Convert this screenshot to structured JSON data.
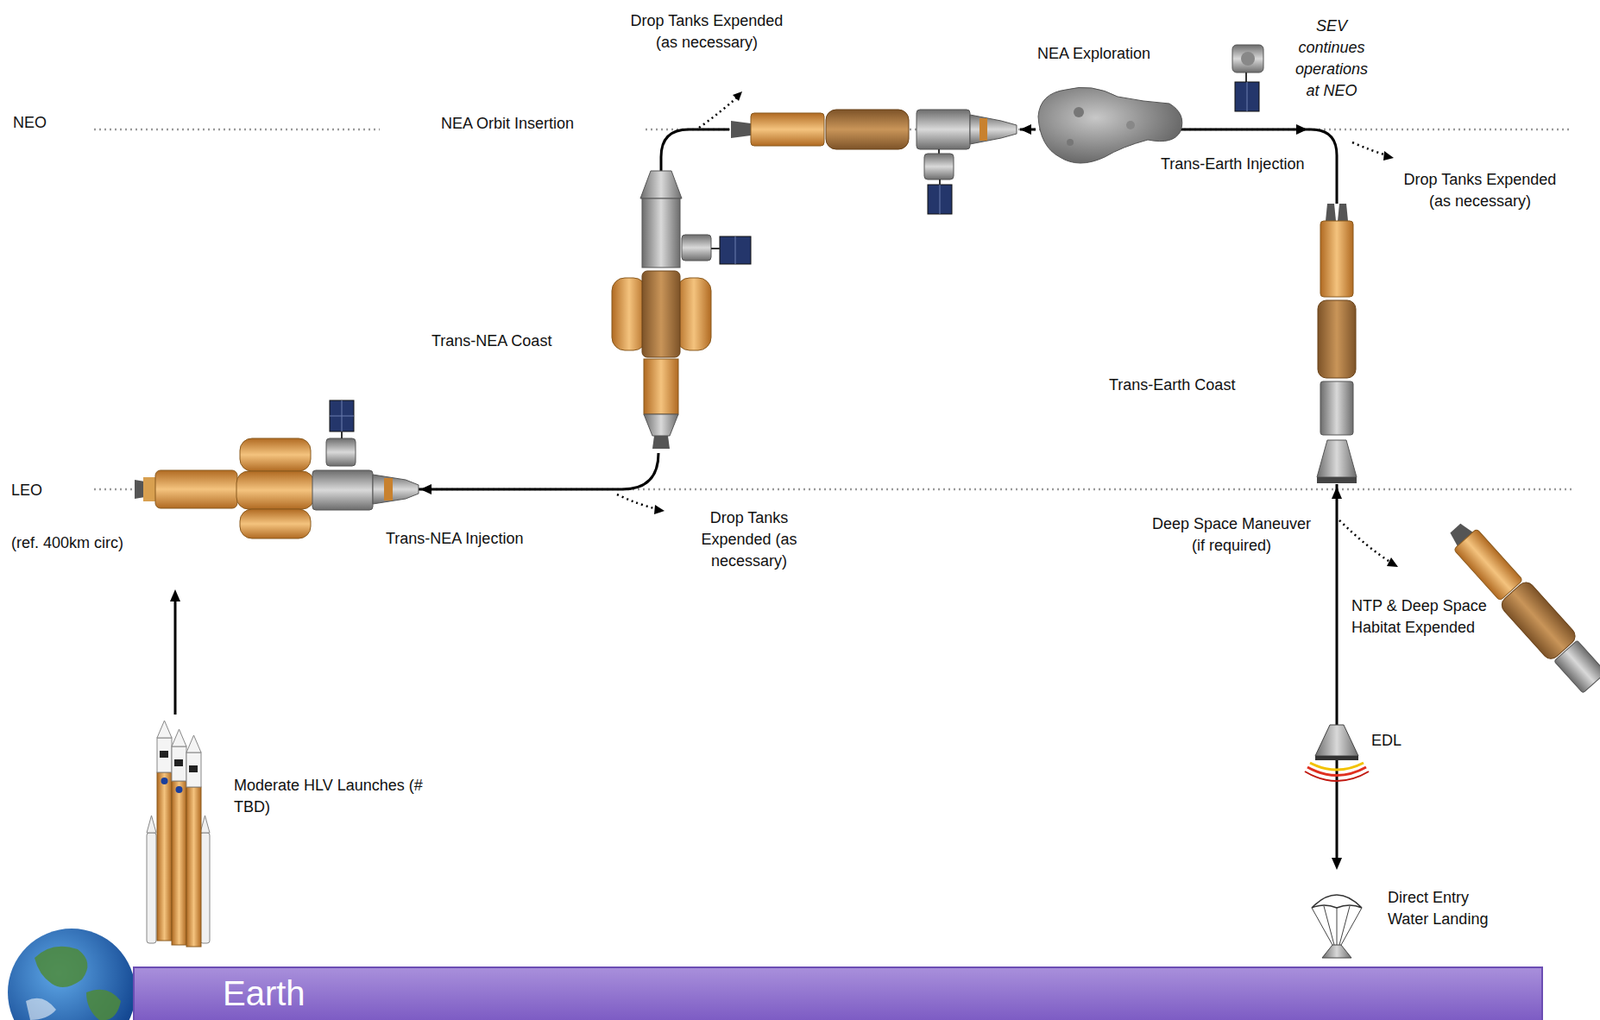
{
  "diagram": {
    "nodes": [
      {
        "text": [
          "Earth"
        ]
      }
    ],
    "labels": [
      "NEO",
      "LEO",
      "(ref. 400km circ)",
      "Drop Tanks Expended (as necessary)",
      "NEA Orbit Insertion",
      "NEA Exploration",
      "SEV continues operations at NEO",
      "Trans-Earth Injection",
      "Drop Tanks Expended (as necessary)",
      "Trans-NEA Coast",
      "Trans-Earth Coast",
      "Trans-NEA Injection",
      "Drop Tanks Expended (as necessary)",
      "Deep Space Maneuver (if required)",
      "NTP & Deep Space Habitat Expended",
      "EDL",
      "Moderate HLV Launches (# TBD)",
      "Direct Entry Water Landing"
    ]
  }
}
